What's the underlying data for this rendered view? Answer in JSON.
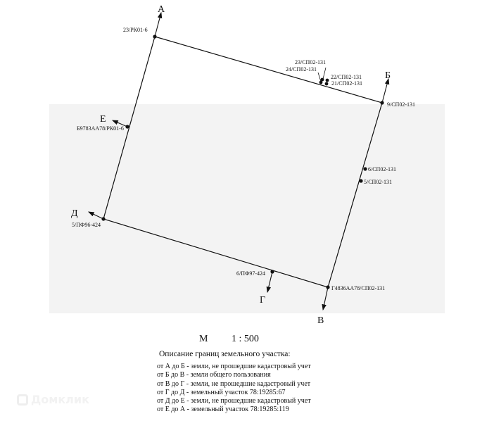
{
  "directions": {
    "a": "А",
    "b": "Б",
    "v": "В",
    "g": "Г",
    "d": "Д",
    "e": "Е"
  },
  "points": {
    "p_a": "23/РК01-6",
    "p23": "23/СП02-131",
    "p24": "24/СП02-131",
    "p22": "22/СП02-131",
    "p21": "21/СП02-131",
    "p_b": "9/СП02-131",
    "p6": "6/СП02-131",
    "p5": "5/СП02-131",
    "p_v": "Г4836АА78/СП02-131",
    "p_g": "6/ПФ97-424",
    "p_d": "5/ПФ96-424",
    "p_e": "Б9783АА78/РК01-6"
  },
  "scale": {
    "label": "М",
    "value": "1 : 500"
  },
  "description": {
    "title": "Описание  границ  земельного участка:",
    "lines": [
      "от А до Б - земли, не прошедшие кадастровый учет",
      "от Б до В - земли общего пользования",
      "от В до Г - земли, не прошедшие кадастровый учет",
      "от Г до Д - земельный участок 78:19285:67",
      "от Д до Е - земли, не прошедшие кадастровый учет",
      "от Е до А - земельный участок 78:19285:119"
    ]
  },
  "watermark": "Домклик"
}
